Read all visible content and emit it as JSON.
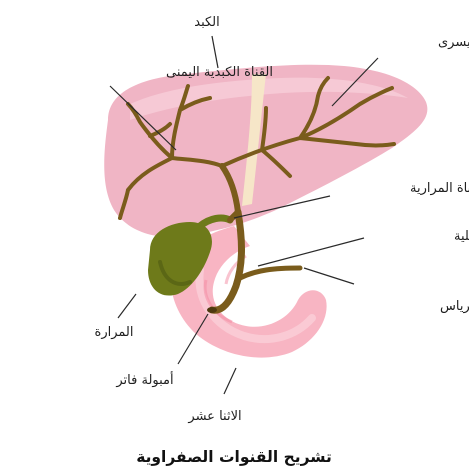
{
  "diagram": {
    "caption": "تشريح القنوات الصفراوية",
    "labels": {
      "liver": "الكبد",
      "left_hepatic_duct": "القناة الكبدية اليسرى",
      "right_hepatic_duct": "القناة الكبدية اليمنى",
      "cystic_duct": "القناة المرارية",
      "common_hepatic_duct": "قناة الكبدية الأصلية",
      "pancreatic_duct": "قناة البنكرياس",
      "gallbladder": "المرارة",
      "ampulla_of_vater": "أمبولة فاتر",
      "duodenum": "الاثنا عشر"
    },
    "colors": {
      "liver": "#f0b5c5",
      "liver_highlight": "#f8d2dc",
      "ligament": "#f6e6c8",
      "bile_duct": "#7a5c1c",
      "gallbladder": "#6e7a1a",
      "gallbladder_dark": "#4e5a12",
      "duodenum": "#f7a8b8",
      "duodenum_light": "#fbd3dc"
    }
  }
}
